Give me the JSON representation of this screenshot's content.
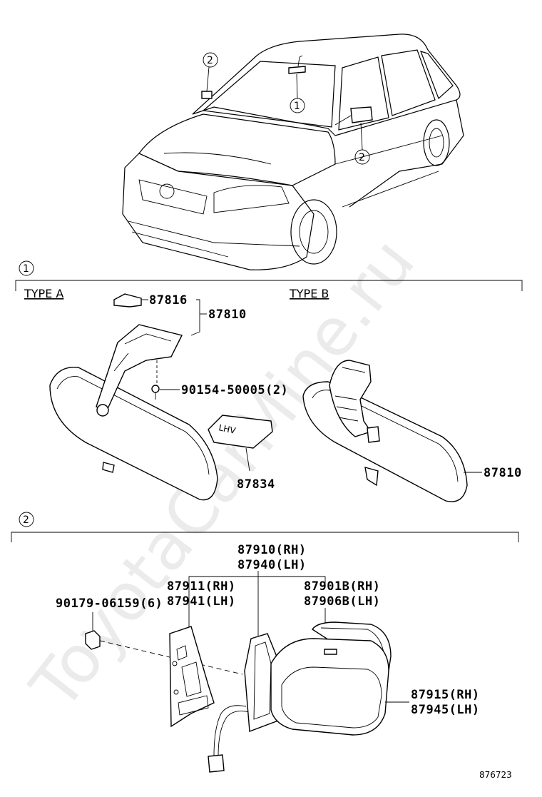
{
  "watermark": "ToyotaCarMine.ru",
  "figure_number": "876723",
  "callouts": {
    "one": "1",
    "two": "2"
  },
  "section1": {
    "marker": "1",
    "type_a": "TYPE A",
    "type_b": "TYPE B",
    "parts": {
      "p87816": "87816",
      "p87810_a": "87810",
      "p90154": "90154-50005(2)",
      "p87834": "87834",
      "p87810_b": "87810"
    },
    "sticker_text": "LHV"
  },
  "section2": {
    "marker": "2",
    "parts": {
      "p87910": "87910(RH)",
      "p87940": "87940(LH)",
      "p87911": "87911(RH)",
      "p87941": "87941(LH)",
      "p87901b": "87901B(RH)",
      "p87906b": "87906B(LH)",
      "p90179": "90179-06159(6)",
      "p87915": "87915(RH)",
      "p87945": "87945(LH)"
    }
  }
}
